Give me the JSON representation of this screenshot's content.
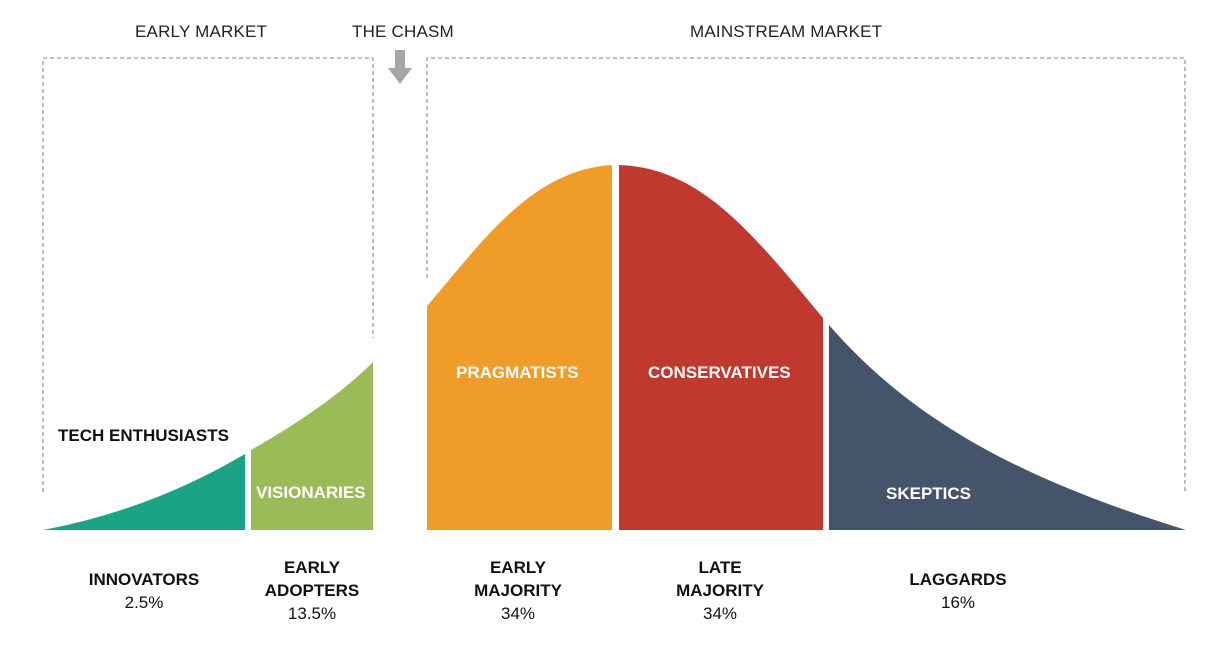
{
  "markets": {
    "early": "EARLY MARKET",
    "chasm": "THE CHASM",
    "mainstream": "MAINSTREAM MARKET"
  },
  "segments": [
    {
      "key": "innovators",
      "label": "TECH ENTHUSIASTS",
      "color": "#1BA385"
    },
    {
      "key": "early_adopters",
      "label": "VISIONARIES",
      "color": "#9BBB59"
    },
    {
      "key": "early_majority",
      "label": "PRAGMATISTS",
      "color": "#F09C28"
    },
    {
      "key": "late_majority",
      "label": "CONSERVATIVES",
      "color": "#C0392F"
    },
    {
      "key": "laggards",
      "label": "SKEPTICS",
      "color": "#44546A"
    }
  ],
  "groups": [
    {
      "line1": "INNOVATORS",
      "line2": "",
      "pct": "2.5%"
    },
    {
      "line1": "EARLY",
      "line2": "ADOPTERS",
      "pct": "13.5%"
    },
    {
      "line1": "EARLY",
      "line2": "MAJORITY",
      "pct": "34%"
    },
    {
      "line1": "LATE",
      "line2": "MAJORITY",
      "pct": "34%"
    },
    {
      "line1": "LAGGARDS",
      "line2": "",
      "pct": "16%"
    }
  ],
  "chasm_arrow_color": "#A6A6A6",
  "bracket_color": "#9A9A9A"
}
